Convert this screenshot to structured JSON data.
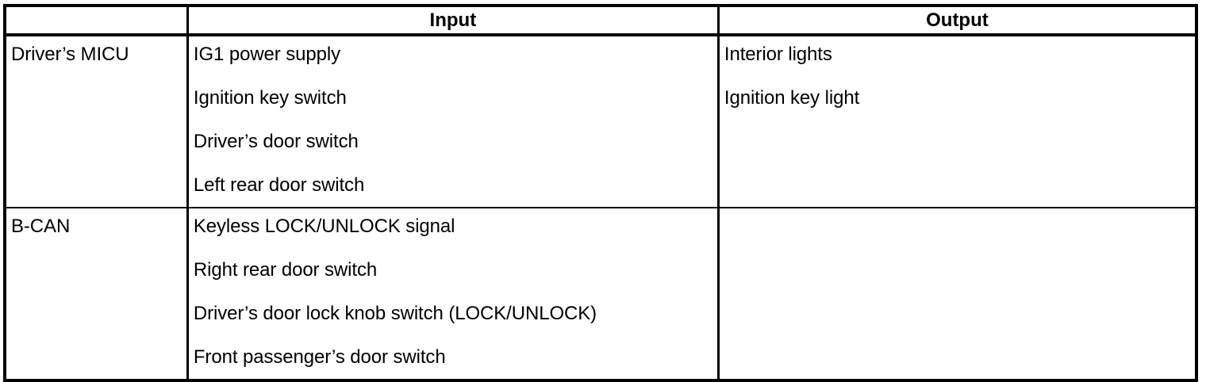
{
  "table": {
    "columns": [
      {
        "key": "source",
        "header": ""
      },
      {
        "key": "input",
        "header": "Input"
      },
      {
        "key": "output",
        "header": "Output"
      }
    ],
    "rows": [
      {
        "source": "Driver’s MICU",
        "input": [
          "IG1 power supply",
          "Ignition key switch",
          "Driver’s door switch",
          "Left rear door switch"
        ],
        "output": [
          "Interior lights",
          "Ignition key light"
        ]
      },
      {
        "source": "B-CAN",
        "input": [
          "Keyless LOCK/UNLOCK signal",
          "Right rear door switch",
          "Driver’s door lock knob switch (LOCK/UNLOCK)",
          "Front passenger’s door switch"
        ],
        "output": []
      }
    ]
  },
  "style": {
    "text_color": "#000000",
    "background": "#ffffff",
    "rule_color": "#000000"
  }
}
